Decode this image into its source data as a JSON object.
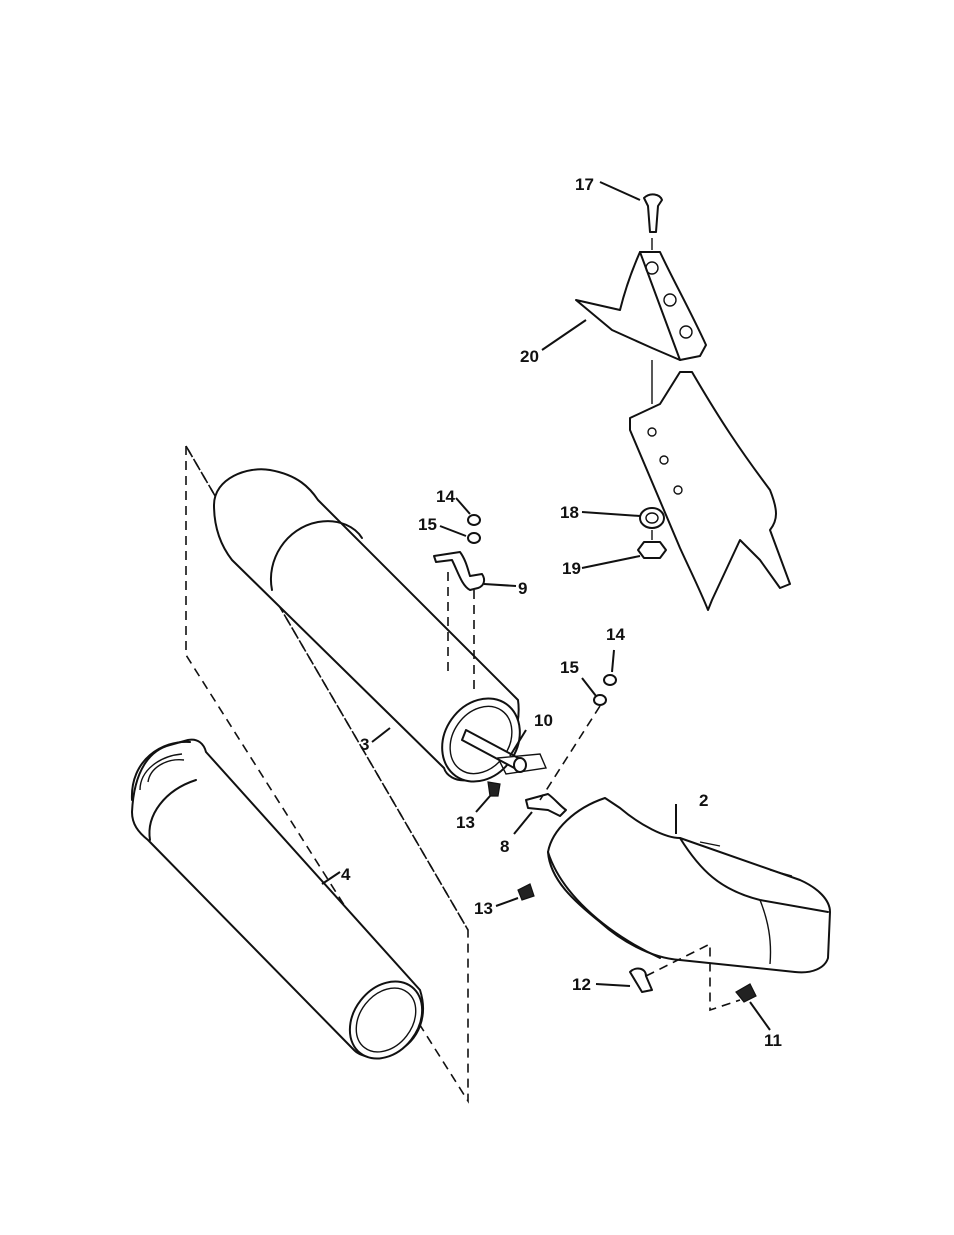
{
  "labels": {
    "l2": "2",
    "l3": "3",
    "l4": "4",
    "l8": "8",
    "l9": "9",
    "l10": "10",
    "l11": "11",
    "l12": "12",
    "l13a": "13",
    "l13b": "13",
    "l14a": "14",
    "l14b": "14",
    "l15a": "15",
    "l15b": "15",
    "l17": "17",
    "l18": "18",
    "l19": "19",
    "l20": "20"
  }
}
